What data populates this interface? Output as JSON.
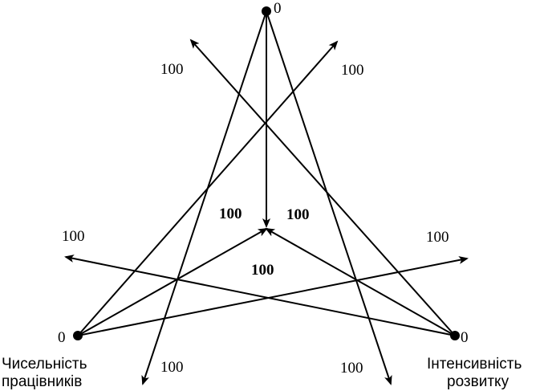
{
  "colors": {
    "ink": "#000000",
    "background": "#ffffff"
  },
  "vertices": {
    "top": {
      "label": "0"
    },
    "left": {
      "label": "0",
      "caption_line1": "Чисельність",
      "caption_line2": "працівників"
    },
    "right": {
      "label": "0",
      "caption_line1": "Інтенсивність",
      "caption_line2": "розвитку"
    }
  },
  "outer_ends": {
    "top_left": "100",
    "top_right": "100",
    "left_upper": "100",
    "right_upper": "100",
    "bottom_left": "100",
    "bottom_right": "100"
  },
  "center_labels": {
    "left": "100",
    "right": "100",
    "bottom": "100"
  }
}
